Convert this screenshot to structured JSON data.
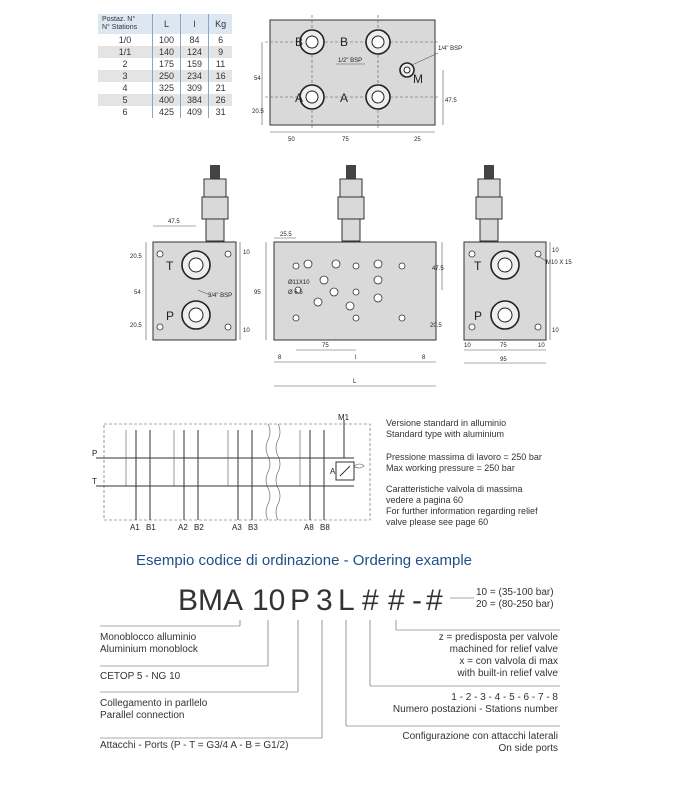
{
  "table": {
    "headers": [
      "Postaz. N° / N° Stations",
      "L",
      "l",
      "Kg"
    ],
    "header_line1": "Postaz. N°",
    "header_line2": "N° Stations",
    "rows": [
      [
        "1/0",
        "100",
        "84",
        "6"
      ],
      [
        "1/1",
        "140",
        "124",
        "9"
      ],
      [
        "2",
        "175",
        "159",
        "11"
      ],
      [
        "3",
        "250",
        "234",
        "16"
      ],
      [
        "4",
        "325",
        "309",
        "21"
      ],
      [
        "5",
        "400",
        "384",
        "26"
      ],
      [
        "6",
        "425",
        "409",
        "31"
      ]
    ]
  },
  "top_view": {
    "port_b": "B",
    "port_a": "A",
    "port_m": "M",
    "bsp_half": "1/2\" BSP",
    "bsp_quarter": "1/4\" BSP",
    "dim_54": "54",
    "dim_20_5": "20.5",
    "dim_47_5": "47.5",
    "dim_50": "50",
    "dim_75": "75",
    "dim_25": "25"
  },
  "left_view": {
    "port_t": "T",
    "port_p": "P",
    "bsp": "3/4\" BSP",
    "dim_47_5": "47.5",
    "dim_20_5_top": "20.5",
    "dim_54": "54",
    "dim_20_5_bot": "20.5",
    "dim_10_top": "10",
    "dim_10_bot": "10"
  },
  "front_view": {
    "dim_25_5": "25.5",
    "dim_95": "95",
    "hole_spec": "Ø11X10",
    "hole_spec2": "Ø 6.5",
    "dim_47_5": "47.5",
    "dim_20_5": "20.5",
    "dim_75": "75",
    "dim_8_left": "8",
    "dim_l": "l",
    "dim_8_right": "8",
    "dim_L": "L"
  },
  "right_view": {
    "port_t": "T",
    "port_p": "P",
    "thread": "M10 X 15",
    "dim_10_top": "10",
    "dim_10_bot": "10",
    "dim_10_left": "10",
    "dim_75": "75",
    "dim_10_right": "10",
    "dim_95": "95"
  },
  "circuit": {
    "label_p": "P",
    "label_t": "T",
    "label_m": "M1",
    "ports": [
      "A1",
      "B1",
      "A2",
      "B2",
      "A3",
      "B3",
      "A8",
      "B8"
    ]
  },
  "description": {
    "std_it": "Versione standard in alluminio",
    "std_en": "Standard type with aluminium",
    "press_it": "Pressione massima di lavoro = 250 bar",
    "press_en": "Max working pressure = 250 bar",
    "relief_1": "Caratteristiche valvola di massima",
    "relief_2": "vedere a pagina 60",
    "relief_3": "For further information regarding relief",
    "relief_4": "valve please see page 60"
  },
  "ordering": {
    "title": "Esempio codice di ordinazione - Ordering example",
    "code_parts": [
      "BMA",
      "10",
      "P",
      "3",
      "L",
      "#",
      "#",
      "-",
      "#"
    ],
    "pressure_opt1": "10 = (35-100 bar)",
    "pressure_opt2": "20 = (80-250 bar)",
    "mono_it": "Monoblocco alluminio",
    "mono_en": "Aluminium monoblock",
    "cetop": "CETOP 5 - NG 10",
    "par_it": "Collegamento in parllelo",
    "par_en": "Parallel connection",
    "ports": "Attacchi - Ports (P - T = G3/4   A - B = G1/2)",
    "z_1": "z = predisposta per valvole",
    "z_2": "machined for relief valve",
    "x_1": "x = con valvola di max",
    "x_2": "with built-in relief valve",
    "stations_list": "1 - 2 - 3 - 4 - 5 - 6 - 7 - 8",
    "stations_label": "Numero postazioni - Stations number",
    "side_it": "Configurazione con attacchi laterali",
    "side_en": "On side ports"
  }
}
